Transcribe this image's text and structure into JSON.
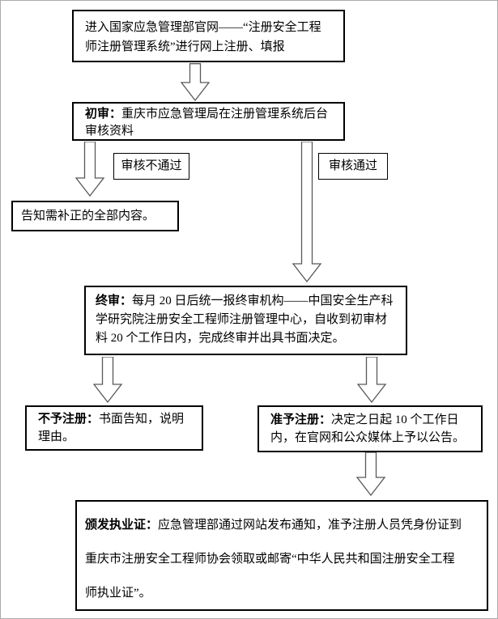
{
  "boxes": {
    "start": {
      "text": "进入国家应急管理部官网——“注册安全工程师注册管理系统”进行网上注册、填报"
    },
    "initial_review": {
      "prefix": "初审：",
      "text": "重庆市应急管理局在注册管理系统后台审核资料"
    },
    "fail_label": {
      "text": "审核不通过"
    },
    "pass_label": {
      "text": "审核通过"
    },
    "notify_correction": {
      "text": "告知需补正的全部内容。"
    },
    "final_review": {
      "prefix": "终审：",
      "text": "每月 20 日后统一报终审机构——中国安全生产科学研究院注册安全工程师注册管理中心，自收到初审材料 20 个工作日内，完成终审并出具书面决定。"
    },
    "deny": {
      "prefix": "不予注册：",
      "text": "书面告知，说明理由。"
    },
    "approve": {
      "prefix": "准予注册：",
      "text": "决定之日起 10 个工作日内，在官网和公众媒体上予以公告。"
    },
    "issue_cert": {
      "prefix": "颁发执业证：",
      "text": "应急管理部通过网站发布通知，准予注册人员凭身份证到重庆市注册安全工程师协会领取或邮寄“中华人民共和国注册安全工程师执业证”。"
    }
  },
  "colors": {
    "box_border": "#000000",
    "label_border": "#000000",
    "arrow_outline": "#595959",
    "arrow_fill": "#ffffff",
    "text": "#000000",
    "background": "#ffffff"
  }
}
